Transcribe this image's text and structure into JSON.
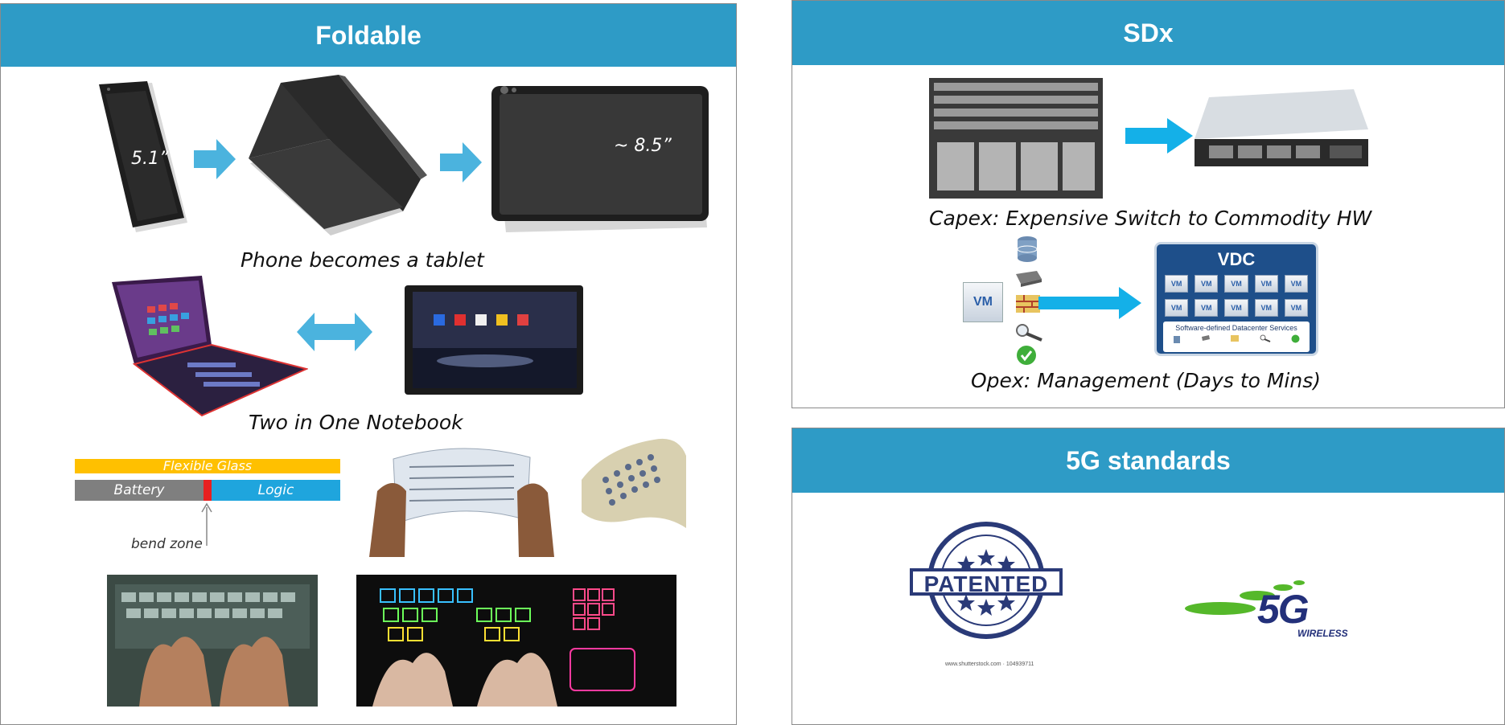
{
  "foldable": {
    "title": "Foldable",
    "phone_size": "5.1”",
    "tablet_size": "~ 8.5”",
    "caption_phone_tablet": "Phone becomes a tablet",
    "caption_two_in_one": "Two in One Notebook",
    "diagram": {
      "glass_label": "Flexible Glass",
      "battery_label": "Battery",
      "logic_label": "Logic",
      "bend_label": "bend zone"
    },
    "colors": {
      "arrow": "#4bb3de",
      "glass": "#ffc000",
      "logic": "#1fa5dd",
      "battery": "#7f7f7f",
      "bend": "#e82020"
    }
  },
  "sdx": {
    "title": "SDx",
    "caption_capex": "Capex: Expensive Switch to Commodity HW",
    "caption_opex": "Opex: Management (Days to Mins)",
    "vm_label": "VM",
    "vdc_title": "VDC",
    "vdc_cell": "VM",
    "vdc_footer": "Software-defined Datacenter Services"
  },
  "fiveg": {
    "title": "5G standards",
    "stamp_text": "PATENTED",
    "stamp_credit": "www.shutterstock.com · 104939711",
    "logo_text": "5G",
    "logo_sub": "WIRELESS"
  }
}
